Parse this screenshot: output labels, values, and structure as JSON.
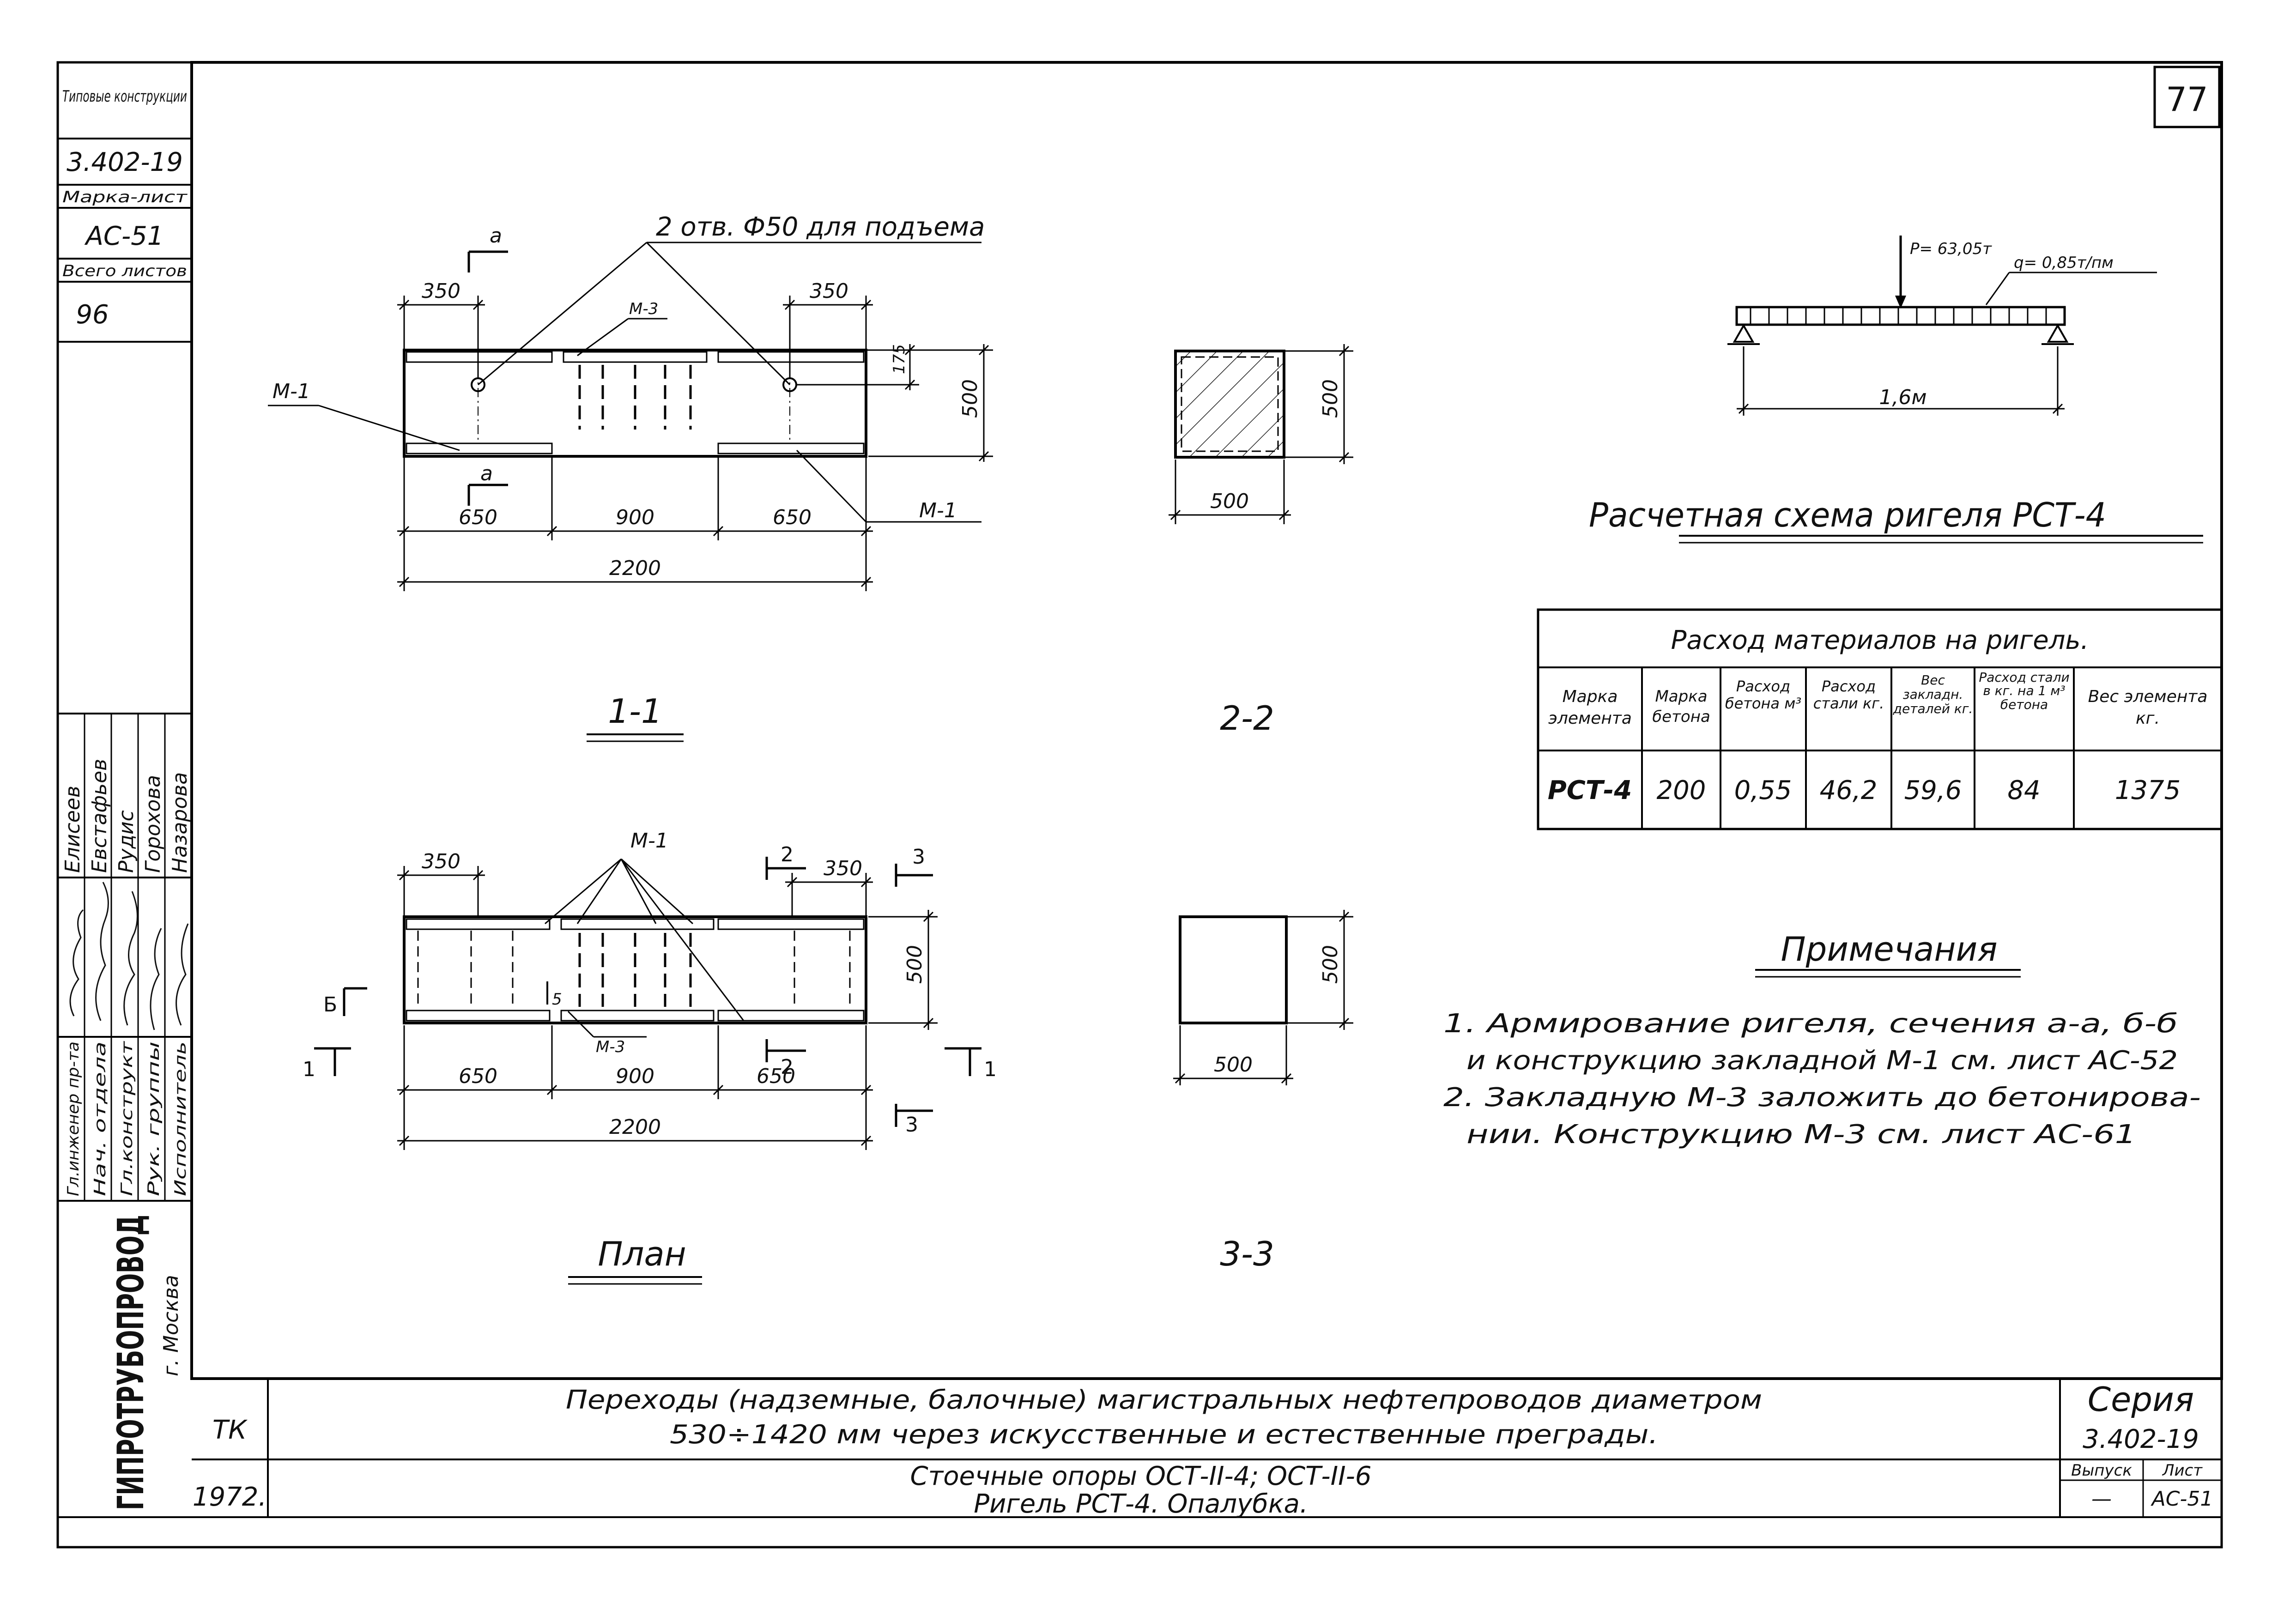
{
  "sheet_number": "77",
  "stamp": {
    "typical": "Типовые конструкции",
    "series_code": "3.402-19",
    "mark_sheet_label": "Марка-лист",
    "mark_sheet": "АС-51",
    "total_sheets_label": "Всего листов",
    "total_sheets": "96"
  },
  "people": {
    "roles": [
      "Гл.инженер пр-та",
      "Нач. отдела",
      "Гл.конструкт",
      "Рук. группы",
      "Исполнитель"
    ],
    "names": [
      "Елисеев",
      "Евстафьев",
      "Рудис",
      "Горохова",
      "Назарова"
    ]
  },
  "org": {
    "name": "ГИПРОТРУБОПРОВОД",
    "city": "г. Москва"
  },
  "drawings": {
    "view_1_1": {
      "holes_note": "2 отв. Ф50 для подъема",
      "section_a": "а",
      "m1": "М-1",
      "m3": "М-3",
      "dim_350": "350",
      "dim_175": "175",
      "dim_500": "500",
      "dim_650": "650",
      "dim_900": "900",
      "dim_2200": "2200",
      "caption": "1-1"
    },
    "view_2_2": {
      "dim_500": "500",
      "caption": "2-2"
    },
    "view_plan": {
      "m1": "М-1",
      "m3": "М-3",
      "sec2": "2",
      "sec3": "3",
      "sec1": "1",
      "secB": "Б",
      "dim_350": "350",
      "dim_500": "500",
      "dim_650": "650",
      "dim_900": "900",
      "dim_2200": "2200",
      "dim_5": "5",
      "caption": "План"
    },
    "view_3_3": {
      "dim_500": "500",
      "caption": "3-3"
    },
    "scheme": {
      "P": "P= 63,05т",
      "q": "q= 0,85т/пм",
      "span": "1,6м",
      "caption": "Расчетная схема ригеля РСТ-4"
    }
  },
  "materials_table": {
    "title": "Расход материалов на ригель.",
    "headers": [
      "Марка элемента",
      "Марка бетона",
      "Расход бетона м³",
      "Расход стали кг.",
      "Вес закладн. деталей кг.",
      "Расход стали в кг. на 1 м³ бетона",
      "Вес элемента кг."
    ],
    "row": [
      "РСТ-4",
      "200",
      "0,55",
      "46,2",
      "59,6",
      "84",
      "1375"
    ]
  },
  "notes": {
    "heading": "Примечания",
    "lines": [
      "1. Армирование ригеля, сечения а-а, б-б",
      "и конструкцию закладной М-1 см. лист АС-52",
      "2. Закладную М-3 заложить до бетонирова-",
      "нии. Конструкцию М-3 см. лист АС-61"
    ]
  },
  "title_block": {
    "tk": "ТК",
    "year": "1972.",
    "title_line1": "Переходы (надземные, балочные) магистральных нефтепроводов диаметром",
    "title_line2": "530÷1420 мм через искусственные и естественные преграды.",
    "subtitle_line1": "Стоечные опоры ОСТ-II-4; ОСТ-II-6",
    "subtitle_line2": "Ригель РСТ-4. Опалубка.",
    "series_label": "Серия",
    "series_value": "3.402-19",
    "issue_label": "Выпуск",
    "issue_value": "—",
    "sheet_label": "Лист",
    "sheet_value": "АС-51"
  }
}
